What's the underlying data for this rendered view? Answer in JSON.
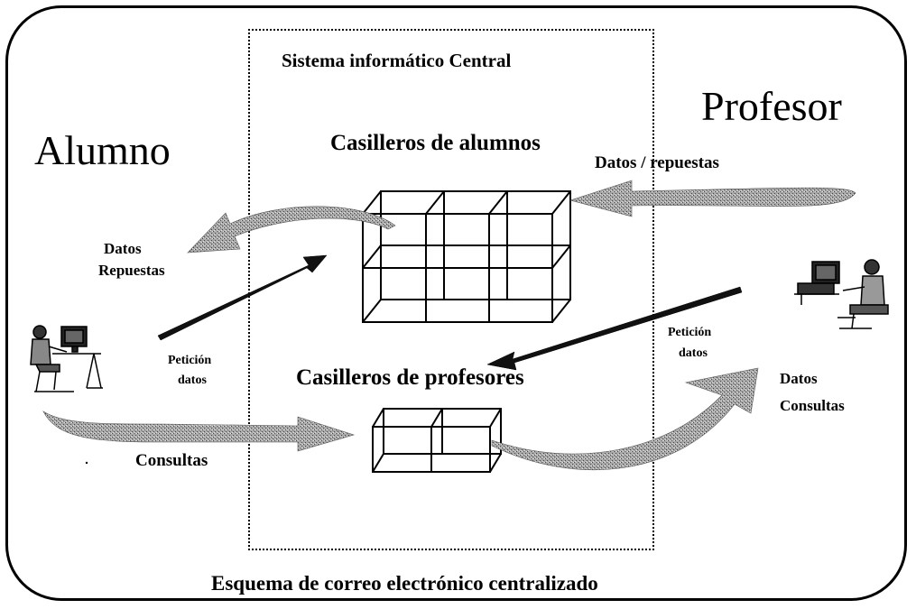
{
  "diagram": {
    "central_title": "Sistema informático Central",
    "student_actor": "Alumno",
    "teacher_actor": "Profesor",
    "student_lockers": "Casilleros de alumnos",
    "teacher_lockers": "Casilleros de profesores",
    "flows": {
      "teacher_to_student_lockers": "Datos / repuestas",
      "student_receive_1": "Datos",
      "student_receive_2": "Repuestas",
      "student_request_1": "Petición",
      "student_request_2": "datos",
      "student_queries": "Consultas",
      "teacher_request_1": "Petición",
      "teacher_request_2": "datos",
      "teacher_receive_1": "Datos",
      "teacher_receive_2": "Consultas"
    },
    "caption": "Esquema de correo electrónico centralizado"
  }
}
